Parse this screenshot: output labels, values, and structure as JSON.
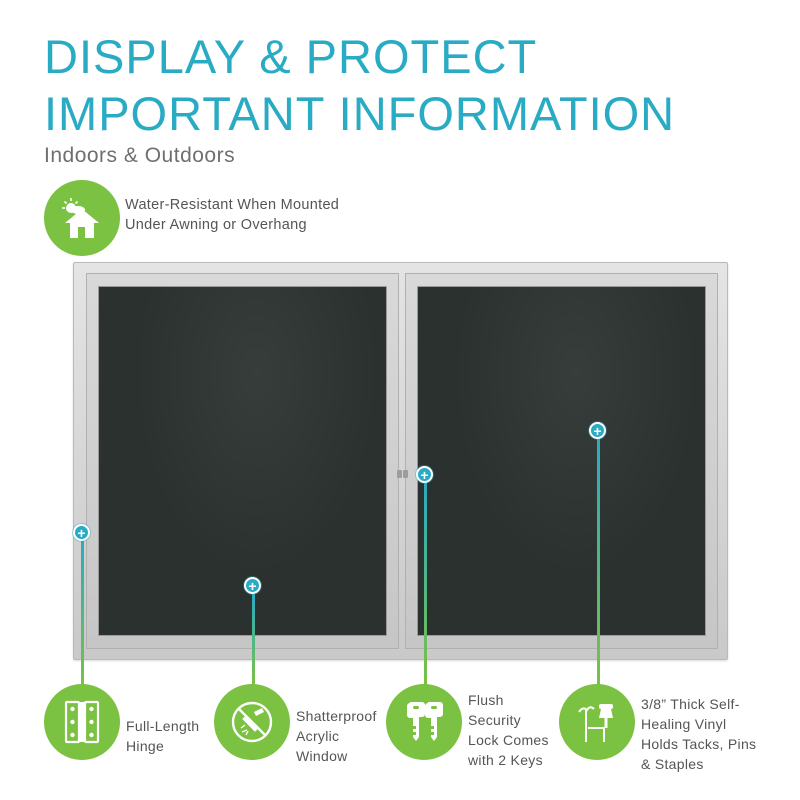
{
  "headline": {
    "line1": "DISPLAY & PROTECT",
    "line2": "IMPORTANT INFORMATION"
  },
  "subheading": "Indoors & Outdoors",
  "top_feature": {
    "icon": "house-weather-icon",
    "line1": "Water-Resistant When Mounted",
    "line2": "Under Awning or Overhang"
  },
  "colors": {
    "accent_teal": "#29abc4",
    "accent_green": "#7bc142",
    "panel": "#2a312e"
  },
  "features": [
    {
      "icon": "hinge-icon",
      "lines": [
        "Full-Length",
        "Hinge"
      ]
    },
    {
      "icon": "shatterproof-icon",
      "lines": [
        "Shatterproof",
        "Acrylic",
        "Window"
      ]
    },
    {
      "icon": "keys-icon",
      "lines": [
        "Flush",
        "Security",
        "Lock Comes",
        "with 2 Keys"
      ]
    },
    {
      "icon": "pushpin-icon",
      "lines": [
        "3/8” Thick Self-",
        "Healing Vinyl",
        "Holds Tacks, Pins",
        "& Staples"
      ]
    }
  ]
}
